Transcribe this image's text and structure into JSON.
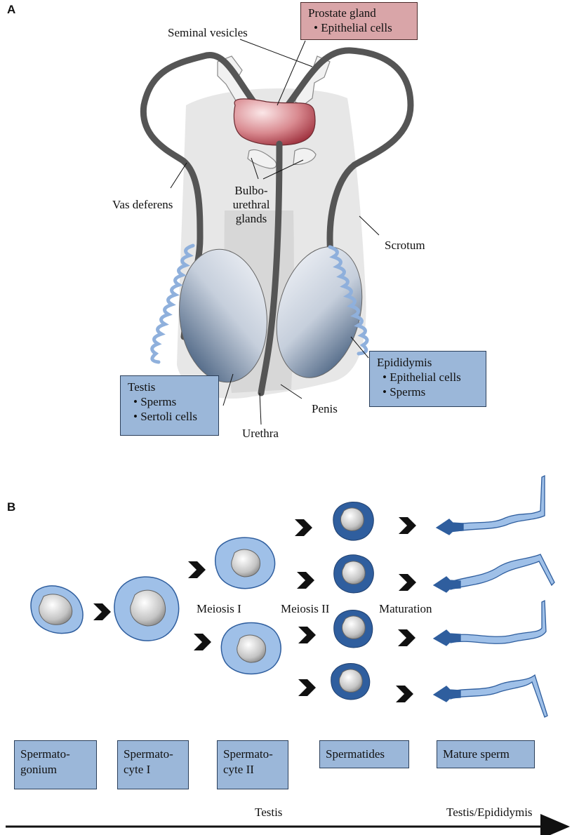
{
  "panel_a": {
    "letter": "A",
    "prostate_box": {
      "title": "Prostate gland",
      "items": [
        "Epithelial cells"
      ]
    },
    "testis_box": {
      "title": "Testis",
      "items": [
        "Sperms",
        "Sertoli cells"
      ]
    },
    "epididymis_box": {
      "title": "Epididymis",
      "items": [
        "Epithelial cells",
        "Sperms"
      ]
    },
    "labels": {
      "seminal_vesicles": "Seminal vesicles",
      "vas_deferens": "Vas deferens",
      "bulbourethral_line1": "Bulbo-",
      "bulbourethral_line2": "urethral",
      "bulbourethral_line3": "glands",
      "scrotum": "Scrotum",
      "penis": "Penis",
      "urethra": "Urethra"
    },
    "colors": {
      "prostate": "#b04550",
      "duct": "#555555",
      "epididymis": "#8fb0dc",
      "testis_dark": "#2f4b6e",
      "body": "#e2e2e2"
    }
  },
  "panel_b": {
    "letter": "B",
    "process_labels": {
      "meiosis1": "Meiosis I",
      "meiosis2": "Meiosis II",
      "maturation": "Maturation"
    },
    "stages": [
      {
        "line1": "Spermato-",
        "line2": "gonium"
      },
      {
        "line1": "Spermato-",
        "line2": "cyte I"
      },
      {
        "line1": "Spermato-",
        "line2": "cyte II"
      },
      {
        "line1": "Spermatides",
        "line2": ""
      },
      {
        "line1": "Mature sperm",
        "line2": ""
      }
    ],
    "axis": {
      "left_label": "Testis",
      "right_label": "Testis/Epididymis"
    },
    "colors": {
      "cell_light": "#9fc0e8",
      "cell_dark": "#2f5e9e",
      "stage_box": "#9bb7d9",
      "chevron": "#111111"
    }
  }
}
